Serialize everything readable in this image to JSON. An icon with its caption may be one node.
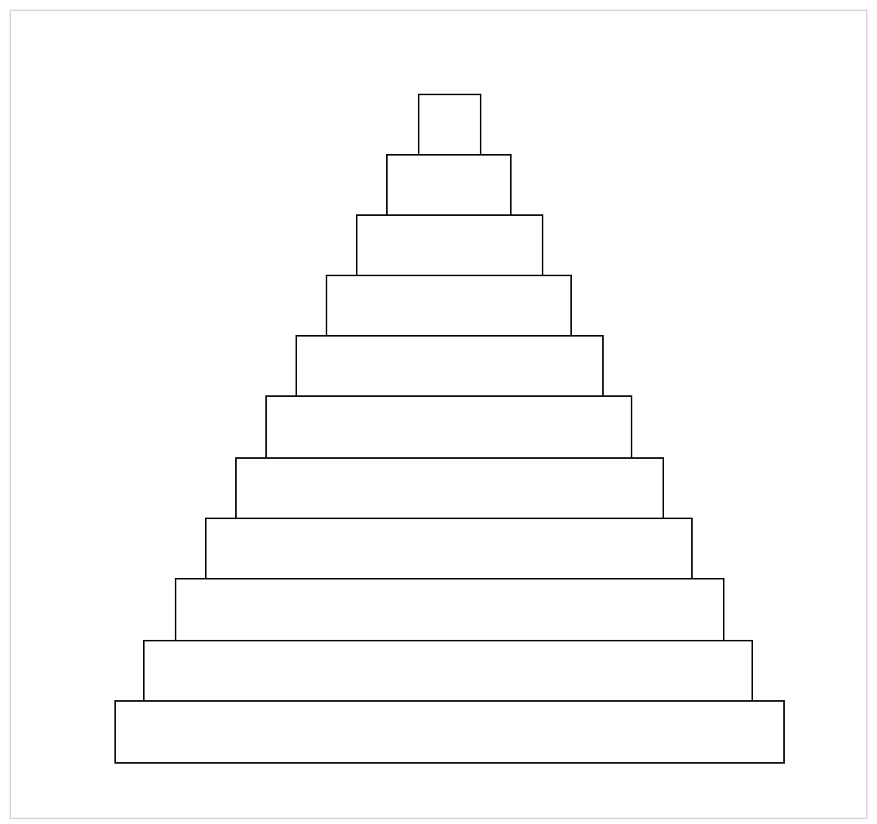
{
  "diagram": {
    "nodes": [
      {
        "text": [],
        "shape": "box"
      },
      {
        "text": [],
        "shape": "box"
      },
      {
        "text": [],
        "shape": "box"
      },
      {
        "text": [],
        "shape": "box"
      },
      {
        "text": [],
        "shape": "box"
      },
      {
        "text": [],
        "shape": "box"
      },
      {
        "text": [],
        "shape": "box"
      },
      {
        "text": [],
        "shape": "box"
      },
      {
        "text": [],
        "shape": "box"
      },
      {
        "text": [],
        "shape": "box"
      },
      {
        "text": [],
        "shape": "box"
      }
    ]
  }
}
